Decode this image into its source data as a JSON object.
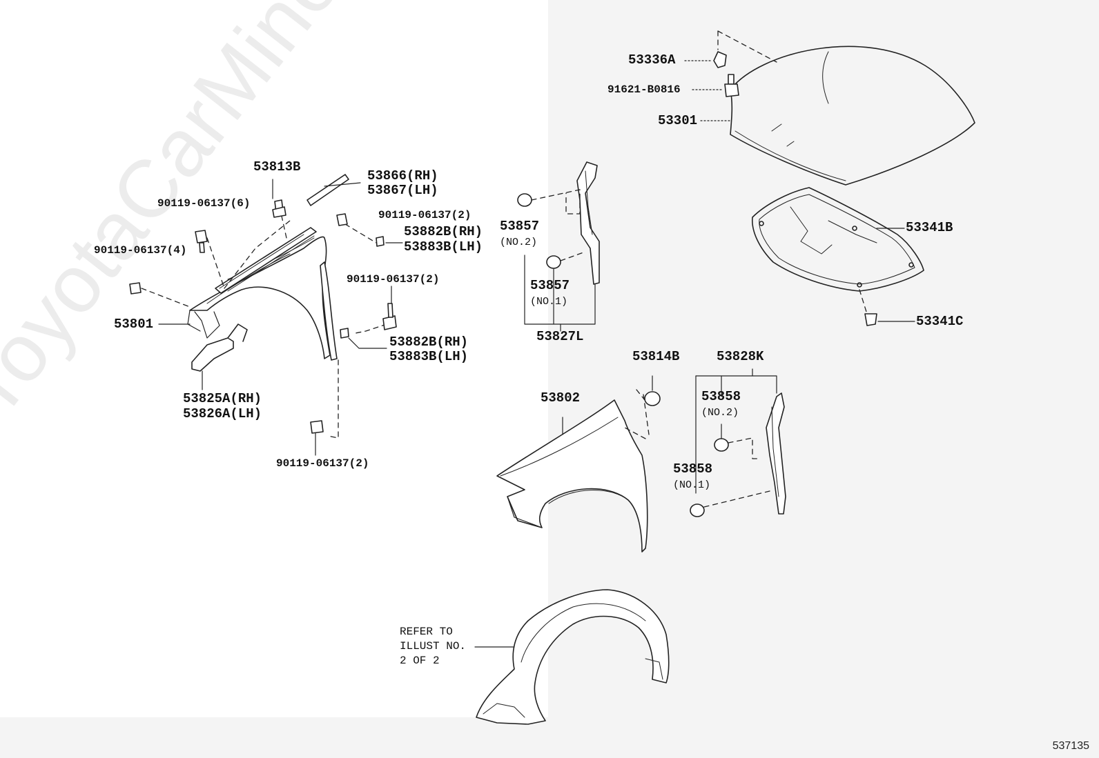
{
  "watermark": "ToyotaCarMine.ru",
  "illustration_number": "537135",
  "labels": {
    "p53336A": "53336A",
    "p91621": "91621-B0816",
    "p53301": "53301",
    "p53341B": "53341B",
    "p53341C": "53341C",
    "p53813B": "53813B",
    "p53866": "53866(RH)",
    "p53867": "53867(LH)",
    "bolt6": "90119-06137(6)",
    "bolt2a": "90119-06137(2)",
    "p53882B_a": "53882B(RH)",
    "p53883B_a": "53883B(LH)",
    "bolt4": "90119-06137(4)",
    "bolt2b": "90119-06137(2)",
    "p53801": "53801",
    "p53882B_b": "53882B(RH)",
    "p53883B_b": "53883B(LH)",
    "p53825A": "53825A(RH)",
    "p53826A": "53826A(LH)",
    "bolt2c": "90119-06137(2)",
    "p53857_top": "53857",
    "p53857_top_sub": "(NO.2)",
    "p53857_bot": "53857",
    "p53857_bot_sub": "(NO.1)",
    "p53827L": "53827L",
    "p53814B": "53814B",
    "p53828K": "53828K",
    "p53858_top": "53858",
    "p53858_top_sub": "(NO.2)",
    "p53858_bot": "53858",
    "p53858_bot_sub": "(NO.1)",
    "p53802": "53802",
    "refer_line1": "REFER TO",
    "refer_line2": "ILLUST NO.",
    "refer_line3": "2 OF 2"
  }
}
